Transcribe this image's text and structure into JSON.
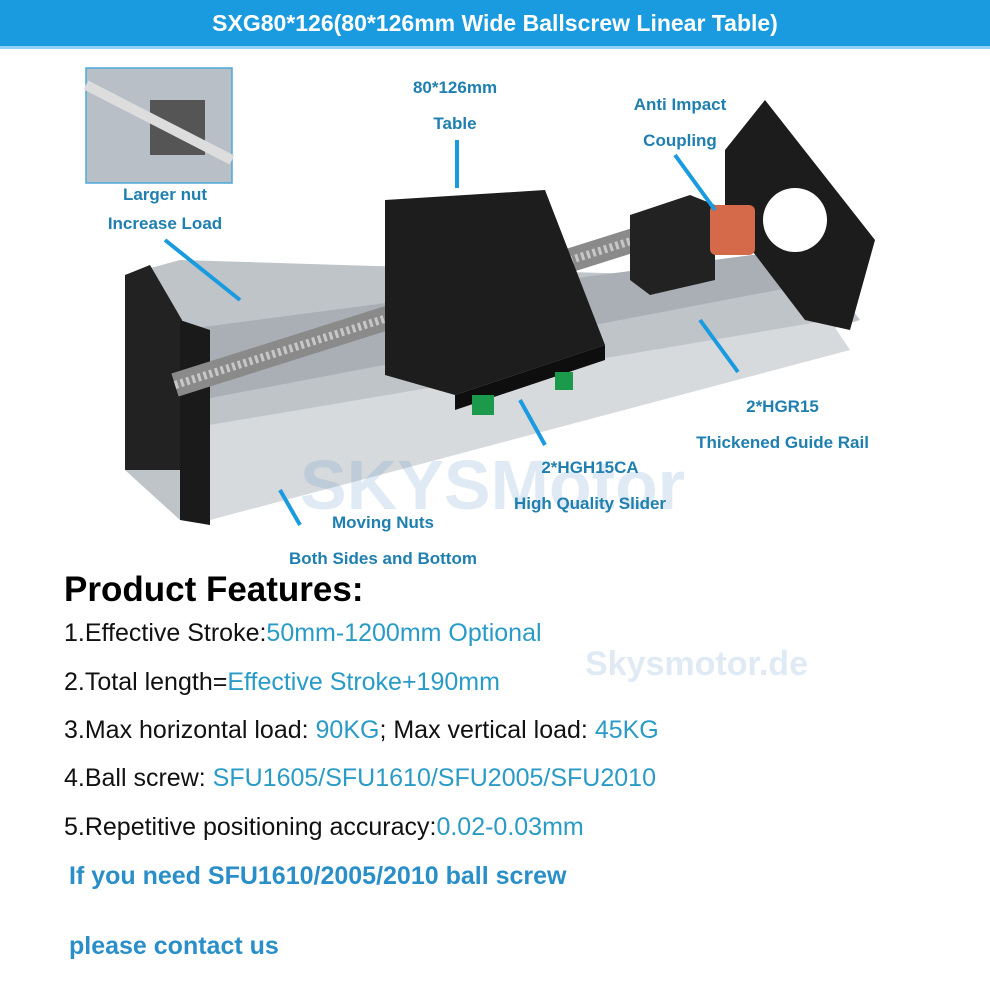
{
  "header": {
    "title": "SXG80*126(80*126mm Wide Ballscrew Linear Table)"
  },
  "colors": {
    "header_bg": "#1a9be0",
    "callout_text": "#1f7fb0",
    "highlight_value": "#2a9bc7",
    "note_text": "#2a8fc8"
  },
  "callouts": {
    "table": [
      "80*126mm",
      "Table"
    ],
    "coupling": [
      "Anti Impact",
      "Coupling"
    ],
    "nut": [
      "Larger nut",
      "Increase Load"
    ],
    "rail": [
      "2*HGR15",
      "Thickened Guide Rail"
    ],
    "slider": [
      "2*HGH15CA",
      "High Quality Slider"
    ],
    "moving_nuts": [
      "Moving Nuts",
      "Both Sides and Bottom"
    ]
  },
  "watermark": {
    "main": "SKYSMotor",
    "site": "Skysmotor.de"
  },
  "features": {
    "title": "Product Features:",
    "items": [
      {
        "label": "1.Effective Stroke:",
        "value": "50mm-1200mm Optional"
      },
      {
        "label": "2.Total length=",
        "value": "Effective Stroke+190mm"
      },
      {
        "label": "3.Max horizontal load: ",
        "value": "90KG",
        "label2": "; Max vertical load: ",
        "value2": "45KG"
      },
      {
        "label": "4.Ball screw: ",
        "value": "SFU1605/SFU1610/SFU2005/SFU2010"
      },
      {
        "label": "5.Repetitive positioning accuracy:",
        "value": "0.02-0.03mm"
      }
    ]
  },
  "notes": [
    "If you need SFU1610/2005/2010 ball screw",
    "please contact us"
  ]
}
